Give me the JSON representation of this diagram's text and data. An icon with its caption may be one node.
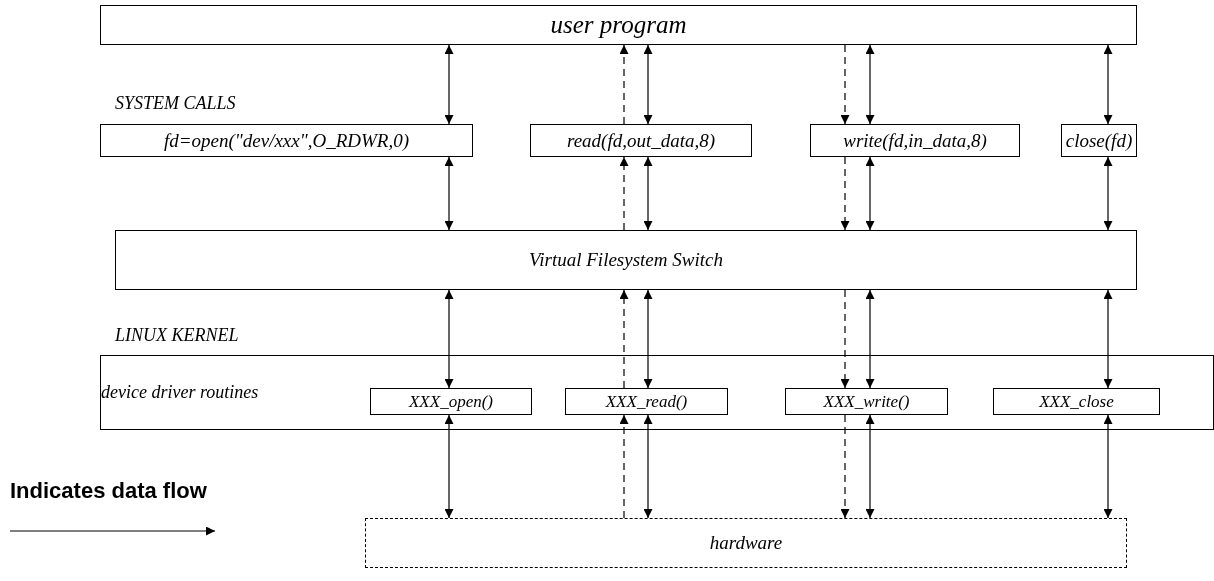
{
  "diagram": {
    "nodes": [
      {
        "text": [
          "user program"
        ]
      },
      {
        "text": [
          "fd=open(\"dev/xxx\",O_RDWR,0)"
        ]
      },
      {
        "text": [
          "read(fd,out_data,8)"
        ]
      },
      {
        "text": [
          "write(fd,in_data,8)"
        ]
      },
      {
        "text": [
          "close(fd)"
        ]
      },
      {
        "text": [
          "Virtual Filesystem Switch"
        ]
      },
      {
        "text": [
          "device driver routines"
        ]
      },
      {
        "text": [
          "XXX_open()"
        ],
        "in": 6
      },
      {
        "text": [
          "XXX_read()"
        ],
        "in": 6
      },
      {
        "text": [
          "XXX_write()"
        ],
        "in": 6
      },
      {
        "text": [
          "XXX_close"
        ],
        "in": 6
      },
      {
        "text": [
          "hardware"
        ]
      }
    ],
    "edges": [
      {
        "from": 0,
        "to": 1,
        "arrow": "both"
      },
      {
        "from": 2,
        "to": 0,
        "arrow": "to",
        "style": "dashed"
      },
      {
        "from": 0,
        "to": 2,
        "arrow": "both"
      },
      {
        "from": 0,
        "to": 3,
        "arrow": "to",
        "style": "dashed"
      },
      {
        "from": 0,
        "to": 3,
        "arrow": "both"
      },
      {
        "from": 0,
        "to": 4,
        "arrow": "both"
      },
      {
        "from": 1,
        "to": 5,
        "arrow": "both"
      },
      {
        "from": 5,
        "to": 2,
        "arrow": "to",
        "style": "dashed"
      },
      {
        "from": 2,
        "to": 5,
        "arrow": "both"
      },
      {
        "from": 3,
        "to": 5,
        "arrow": "to",
        "style": "dashed"
      },
      {
        "from": 3,
        "to": 5,
        "arrow": "both"
      },
      {
        "from": 4,
        "to": 5,
        "arrow": "both"
      },
      {
        "from": 5,
        "to": 7,
        "arrow": "both"
      },
      {
        "from": 8,
        "to": 5,
        "arrow": "to",
        "style": "dashed"
      },
      {
        "from": 5,
        "to": 8,
        "arrow": "both"
      },
      {
        "from": 5,
        "to": 9,
        "arrow": "to",
        "style": "dashed"
      },
      {
        "from": 5,
        "to": 9,
        "arrow": "both"
      },
      {
        "from": 5,
        "to": 10,
        "arrow": "both"
      },
      {
        "from": 7,
        "to": 11,
        "arrow": "both"
      },
      {
        "from": 11,
        "to": 8,
        "arrow": "to",
        "style": "dashed"
      },
      {
        "from": 8,
        "to": 11,
        "arrow": "both"
      },
      {
        "from": 9,
        "to": 11,
        "arrow": "to",
        "style": "dashed"
      },
      {
        "from": 9,
        "to": 11,
        "arrow": "both"
      },
      {
        "from": 10,
        "to": 11,
        "arrow": "both"
      }
    ],
    "labels": [
      "SYSTEM CALLS",
      "LINUX KERNEL"
    ],
    "legend": [
      {
        "text": "Indicates data flow"
      }
    ]
  }
}
